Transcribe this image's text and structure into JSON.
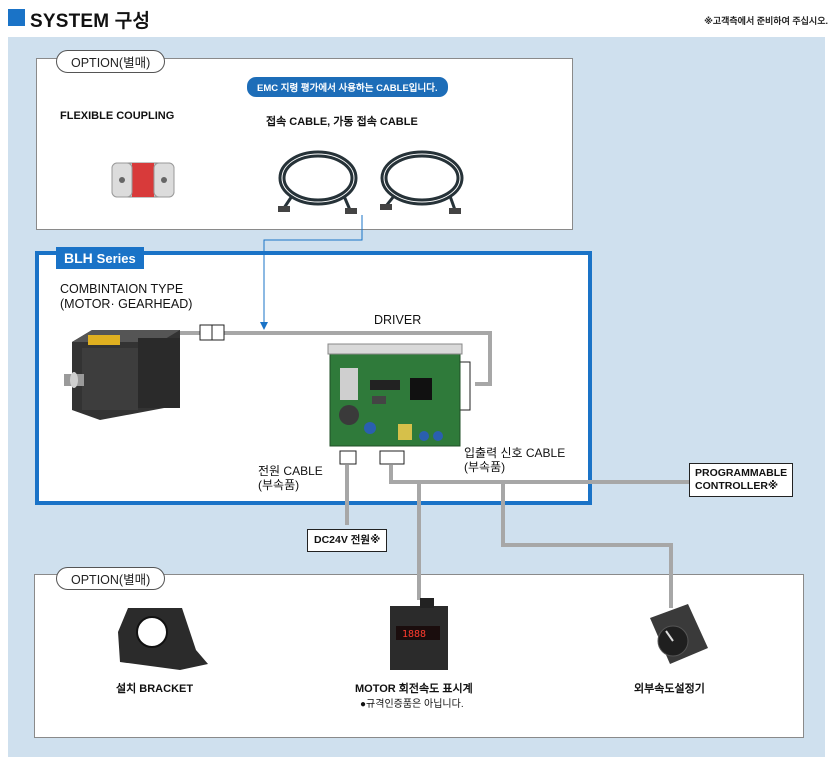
{
  "header": {
    "title": "SYSTEM 구성",
    "note": "※고객측에서 준비하여 주십시오."
  },
  "option_top": {
    "pill": "OPTION(별매)",
    "emc_badge": "EMC 지령 평가에서 사용하는 CABLE입니다.",
    "coupling_label": "FLEXIBLE COUPLING",
    "cable_label": "접속 CABLE, 가동 접속 CABLE"
  },
  "blh": {
    "tab_bold": "BLH",
    "tab_rest": "Series",
    "motor_label_1": "COMBINTAION TYPE",
    "motor_label_2": "(MOTOR· GEARHEAD)",
    "driver_label": "DRIVER",
    "power_cable_1": "전원 CABLE",
    "power_cable_2": "(부속품)",
    "io_cable_1": "입출력 신호 CABLE",
    "io_cable_2": "(부속품)"
  },
  "external": {
    "plc_1": "PROGRAMMABLE",
    "plc_2": "CONTROLLER※",
    "power_supply": "DC24V 전원※"
  },
  "option_bottom": {
    "pill": "OPTION(별매)",
    "bracket_label": "설치 BRACKET",
    "speed_display_label": "MOTOR 회전속도 표시계",
    "speed_display_note": "●규격인증품은 아닙니다.",
    "speed_setter_label": "외부속도설정기"
  },
  "colors": {
    "accent_blue": "#1a73c7",
    "panel_bg": "#cfe0ee",
    "wire_gray": "#a7a7a7"
  }
}
